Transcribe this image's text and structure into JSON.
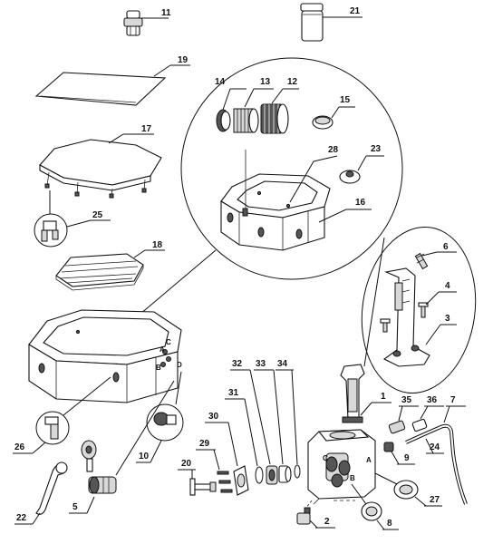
{
  "diagram": {
    "part_numbers": [
      "1",
      "2",
      "3",
      "4",
      "5",
      "6",
      "7",
      "8",
      "9",
      "10",
      "11",
      "12",
      "13",
      "14",
      "15",
      "16",
      "17",
      "18",
      "19",
      "20",
      "21",
      "22",
      "23",
      "24",
      "25",
      "26",
      "27",
      "28",
      "29",
      "30",
      "31",
      "32",
      "33",
      "34",
      "35",
      "36"
    ],
    "port_letters": [
      "A",
      "B",
      "C"
    ],
    "colors": {
      "line": "#111111",
      "background": "#ffffff",
      "shade": "#d8d8d8"
    }
  }
}
